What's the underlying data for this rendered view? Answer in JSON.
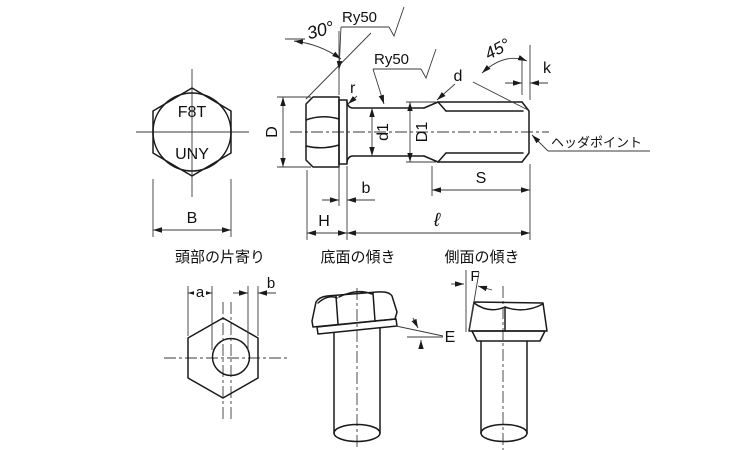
{
  "front_view": {
    "marking_line1": "F8T",
    "marking_line2": "UNY",
    "width_label": "B"
  },
  "side_view": {
    "chamfer_angle": "30°",
    "roughness_head": "Ry50",
    "roughness_shank": "Ry50",
    "fillet_label": "r",
    "thread_dia_label": "d",
    "point_angle": "45°",
    "point_len_label": "k",
    "head_dia_label": "D",
    "shank_dia_label": "d1",
    "transition_dia_label": "D1",
    "point_note": "ヘッダポイント",
    "washer_label": "b",
    "thread_len_label": "S",
    "head_height_label": "H",
    "length_label": "ℓ"
  },
  "detail_views": {
    "head_offset": {
      "title": "頭部の片寄り",
      "dim_a": "a",
      "dim_b": "b"
    },
    "bottom_tilt": {
      "title": "底面の傾き",
      "dim_e": "E"
    },
    "side_tilt": {
      "title": "側面の傾き",
      "dim_f": "F"
    }
  },
  "colors": {
    "line": "#1a1a1a",
    "thin_line": "#3a3a3a",
    "background": "#ffffff"
  }
}
